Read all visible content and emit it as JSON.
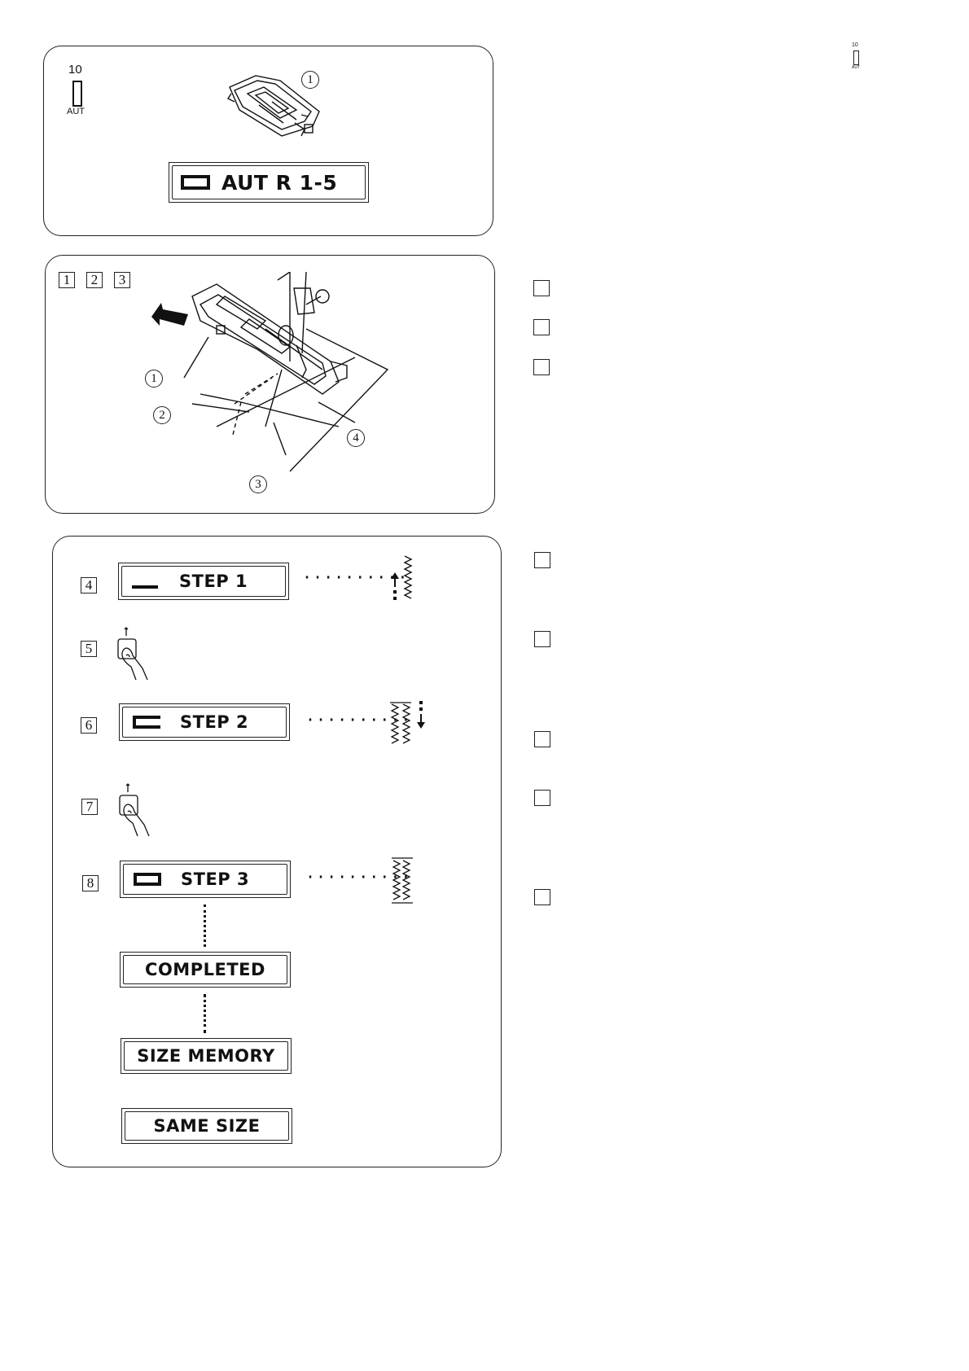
{
  "top_right_icon": {
    "number": "10",
    "label": "AUT"
  },
  "panel1": {
    "icon_number": "10",
    "icon_label": "AUT",
    "callout": "1",
    "lcd_text": "AUT R 1-5"
  },
  "panel2": {
    "steps": [
      "1",
      "2",
      "3"
    ],
    "callouts": [
      "1",
      "2",
      "3",
      "4"
    ]
  },
  "panel3": {
    "rows": [
      {
        "num": "4",
        "lcd": "STEP 1"
      },
      {
        "num": "5"
      },
      {
        "num": "6",
        "lcd": "STEP 2"
      },
      {
        "num": "7"
      },
      {
        "num": "8",
        "lcd": "STEP 3"
      }
    ],
    "completed": "COMPLETED",
    "size_memory": "SIZE MEMORY",
    "same_size": "SAME SIZE",
    "dots": "··········"
  }
}
